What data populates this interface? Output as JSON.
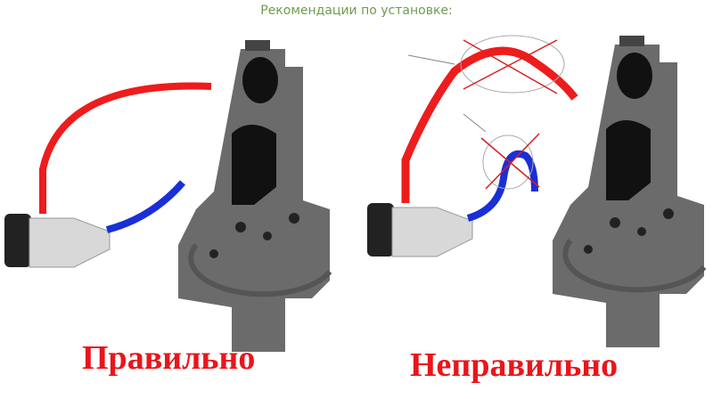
{
  "header": {
    "title": "Рекомендации по установке:"
  },
  "panels": [
    {
      "label": "Правильно"
    },
    {
      "label": "Неправильно"
    }
  ],
  "colors": {
    "hot_hose": "#ee1c1c",
    "cold_hose": "#1a2fd6",
    "engine": "#6b6b6b",
    "title": "#6f9b4f",
    "label": "#e8161b"
  }
}
